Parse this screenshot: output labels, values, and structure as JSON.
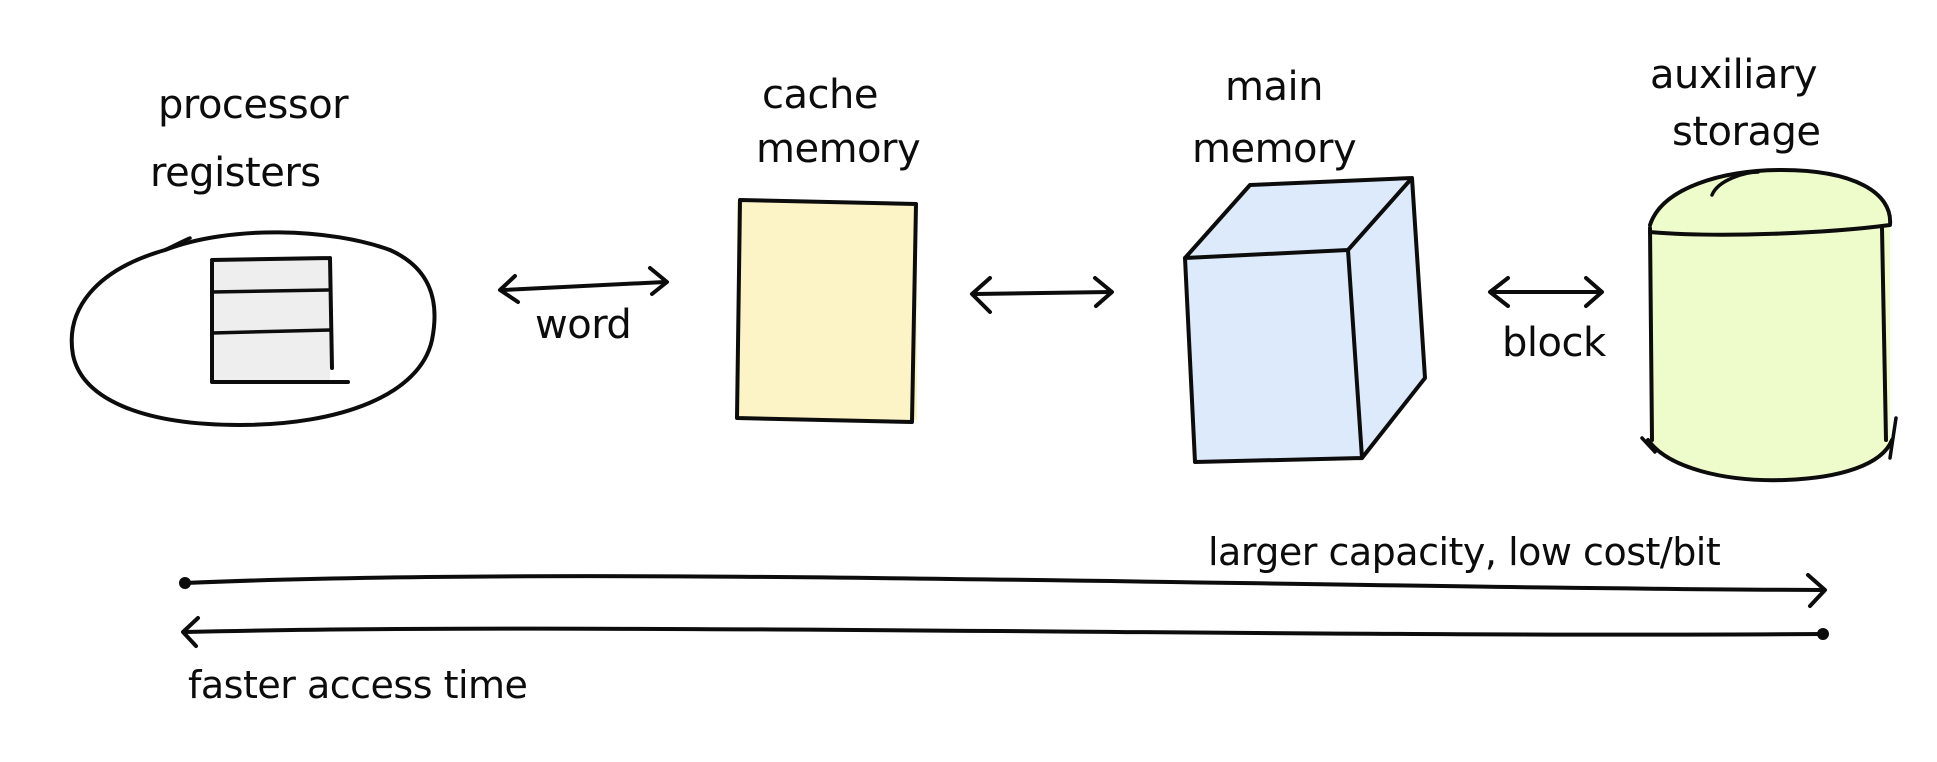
{
  "components": [
    {
      "id": "processor_registers",
      "label_line1": "processor",
      "label_line2": "registers",
      "fill": "#fbe6d8"
    },
    {
      "id": "cache_memory",
      "label_line1": "cache",
      "label_line2": "memory",
      "fill": "#fcf4c6"
    },
    {
      "id": "main_memory",
      "label_line1": "main",
      "label_line2": "memory",
      "fill": "#dceafb"
    },
    {
      "id": "auxiliary_storage",
      "label_line1": "auxiliary",
      "label_line2": "storage",
      "fill": "#eefccc"
    }
  ],
  "links": [
    {
      "from": "processor_registers",
      "to": "cache_memory",
      "label": "word"
    },
    {
      "from": "cache_memory",
      "to": "main_memory",
      "label": ""
    },
    {
      "from": "main_memory",
      "to": "auxiliary_storage",
      "label": "block"
    }
  ],
  "scales": {
    "top_label": "larger capacity, low cost/bit",
    "bottom_label": "faster access time"
  },
  "colors": {
    "ink": "#0c0c0c",
    "register_cells": "#eeeeee"
  }
}
